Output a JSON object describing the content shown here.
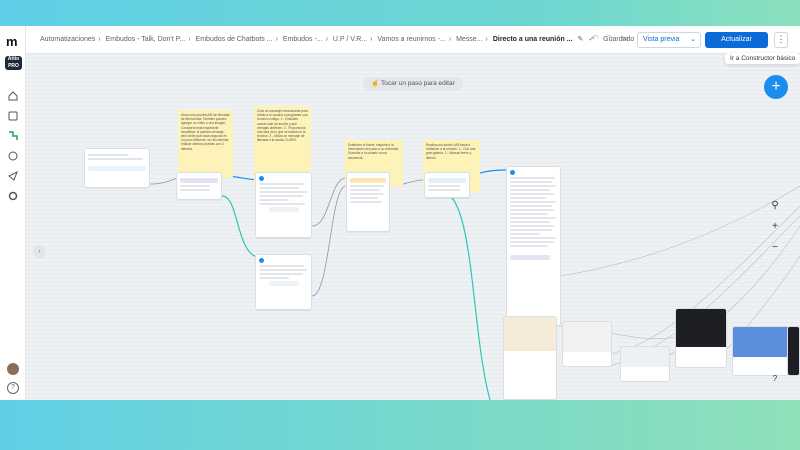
{
  "breadcrumbs": [
    "Automatizaciones",
    "Embudos - Talk, Don't P...",
    "Embudos de Chatbots ...",
    "Embudos -...",
    "U.P / V.R...",
    "Vamos a reunirnos -...",
    "Messe...",
    "Directo a una reunión ..."
  ],
  "status": {
    "saved": "Guardado"
  },
  "toolbar": {
    "preview_label": "Vista previa",
    "update_label": "Actualizar",
    "more_label": "⋮",
    "tooltip": "Ir a Constructor básico"
  },
  "canvas": {
    "hint": "Tocar un paso para editar",
    "add_label": "+"
  },
  "sidebar": {
    "logo": "m",
    "badge": "Attio PRO"
  },
  "notes": [
    "Ahora una prueba A/B de Mensaje de Bienvenida. También puedes agregar un vídeo o una imagen. Considera esta importante simplificar: si quieres mensaje, pero debe que cada segundo es un poco diferente, se recomienda realizar cientos pruebas con 3 intentos.",
    "Crea un mensaje emocionante para invitar a tu usuario a programar una reunión contigo. 1 - Indícales cuanto vale la reunión y qué ventajas obtienen. 2 - Proporciona una idea de lo que se tratará en la reunión. 3 - Utiliza un mensaje de llamada a la acción CLARO.",
    "Establece el fuerte, etiqueta a la información del paso a su relevante. Suscribe a tu usuario a una secuencia.",
    "Realiza una acción A/B hasta a invitación a la reunión. 1 - Con una gran galería. 2 - Manual breve y directo."
  ]
}
